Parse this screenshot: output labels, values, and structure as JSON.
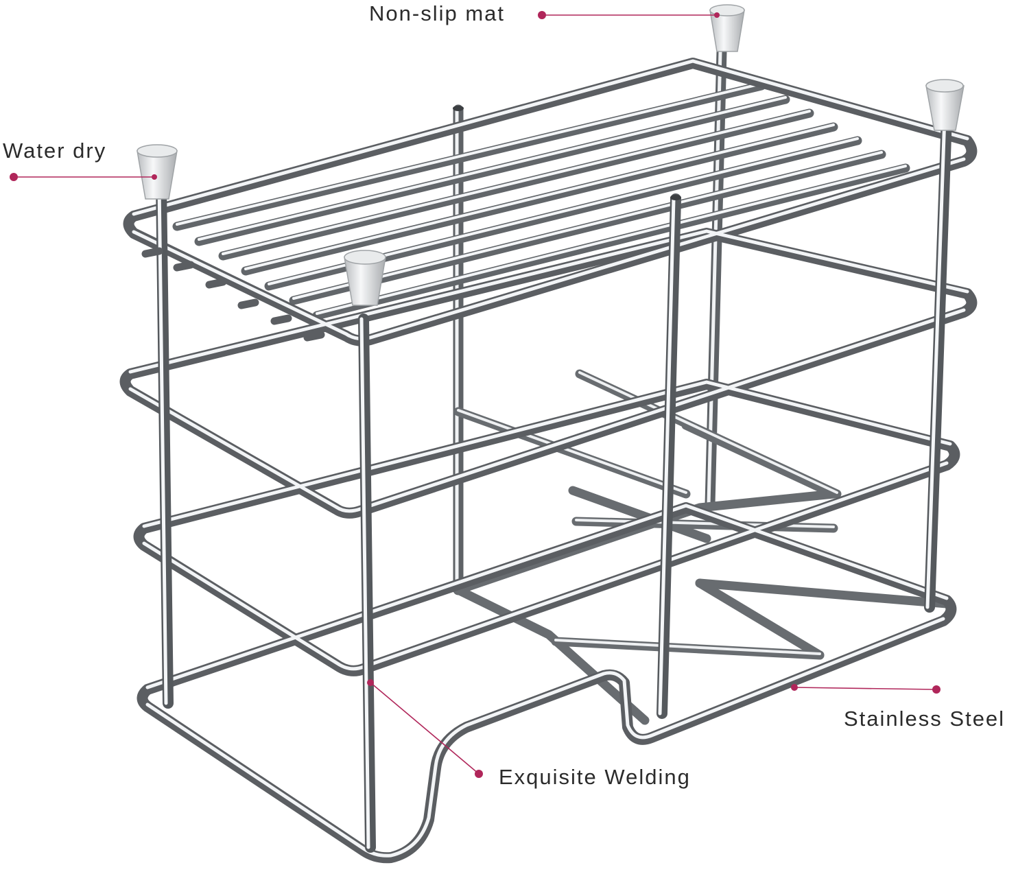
{
  "callouts": {
    "non_slip_mat": "Non-slip mat",
    "water_dry": "Water dry",
    "stainless_steel": "Stainless Steel",
    "exquisite_welding": "Exquisite Welding"
  },
  "colors": {
    "accent": "#b0265a",
    "text": "#2b2b2b",
    "steel_dark": "#5b5e62",
    "steel_light": "#e9ecef",
    "cap": "#d7d9db",
    "background": "#ffffff"
  },
  "icons": {
    "product": "stainless-steel-wire-rack-illustration"
  }
}
